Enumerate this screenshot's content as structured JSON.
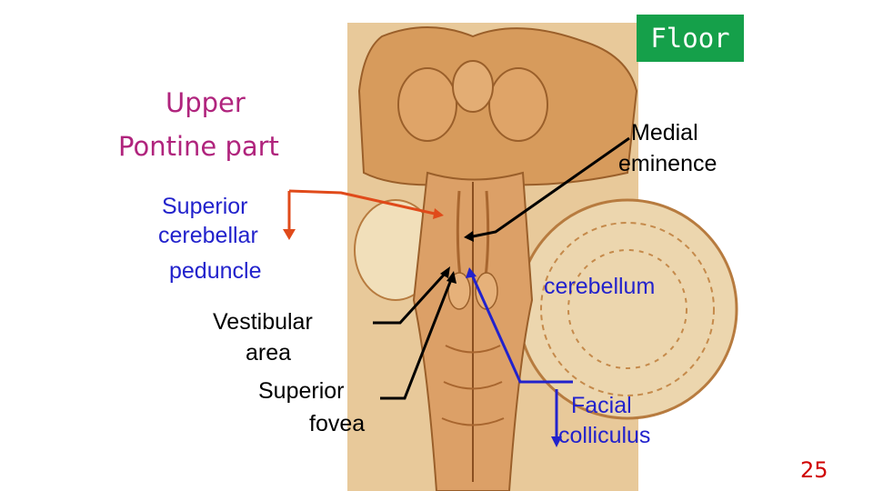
{
  "slide": {
    "title_line1": "Upper",
    "title_line2": "Pontine part",
    "badge": "Floor",
    "page_number": "25"
  },
  "labels": {
    "superior_cerebellar_line1": "Superior",
    "superior_cerebellar_line2": "cerebellar",
    "superior_cerebellar_line3": "peduncle",
    "vestibular_line1": "Vestibular",
    "vestibular_line2": "area",
    "superior_fovea_line1": "Superior",
    "superior_fovea_line2": "fovea",
    "medial_eminence_line1": "Medial",
    "medial_eminence_line2": "eminence",
    "cerebellum": "cerebellum",
    "facial_line1": "Facial",
    "facial_line2": "colliculus"
  },
  "colors": {
    "title": "#b0247d",
    "badge_bg": "#15a04a",
    "page_number": "#d00000",
    "arrow_red": "#e04a1a",
    "arrow_blue": "#2222cc",
    "tissue": "#d9a56a"
  }
}
